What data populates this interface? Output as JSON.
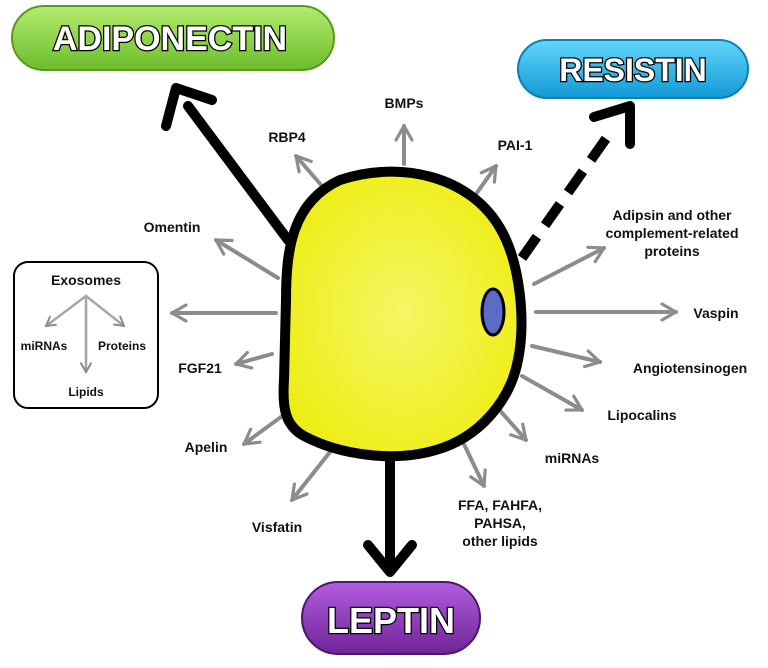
{
  "hormones": {
    "adiponectin": "ADIPONECTIN",
    "resistin": "RESISTIN",
    "leptin": "LEPTIN"
  },
  "secreted": {
    "bmps": "BMPs",
    "rbp4": "RBP4",
    "pai1": "PAI-1",
    "omentin": "Omentin",
    "adipsin": [
      "Adipsin and other",
      "complement-related",
      "proteins"
    ],
    "vaspin": "Vaspin",
    "angiotensinogen": "Angiotensinogen",
    "lipocalins": "Lipocalins",
    "mirnas": "miRNAs",
    "lipids": [
      "FFA, FAHFA,",
      "PAHSA,",
      "other lipids"
    ],
    "visfatin": "Visfatin",
    "apelin": "Apelin",
    "fgf21": "FGF21"
  },
  "exosomes": {
    "title": "Exosomes",
    "mirnas": "miRNAs",
    "proteins": "Proteins",
    "lipids": "Lipids"
  },
  "colors": {
    "adiponectin": "#8fd44a",
    "resistin": "#1fb8ec",
    "leptin": "#8d35b8",
    "cell": "#f0f020",
    "nucleus": "#5a6bc8",
    "arrow_gray": "#8c8c8c"
  }
}
